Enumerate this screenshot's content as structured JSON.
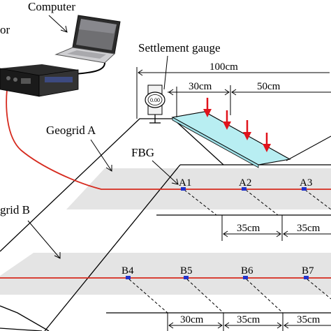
{
  "labels": {
    "computer": "Computer",
    "interrogator_fragment": "or",
    "settlement_gauge": "Settlement gauge",
    "geogrid_a": "Geogrid A",
    "geogrid_b_fragment": "grid B",
    "fbg": "FBG",
    "gauge_readout": "0.00"
  },
  "dimensions": {
    "total": "100cm",
    "left": "30cm",
    "right": "50cm"
  },
  "sensors_a": [
    "A1",
    "A2",
    "A3"
  ],
  "sensors_b": [
    "B4",
    "B5",
    "B6",
    "B7"
  ],
  "spacing_a": [
    "35cm",
    "35cm"
  ],
  "spacing_b": [
    "30cm",
    "35cm",
    "35cm"
  ],
  "colors": {
    "fiber": "#d62a1e",
    "load_arrow": "#e0131c",
    "load_plate": "#b8eef2",
    "geogrid_band": "#e4e4e4",
    "sensor_mark": "#2233cc"
  }
}
